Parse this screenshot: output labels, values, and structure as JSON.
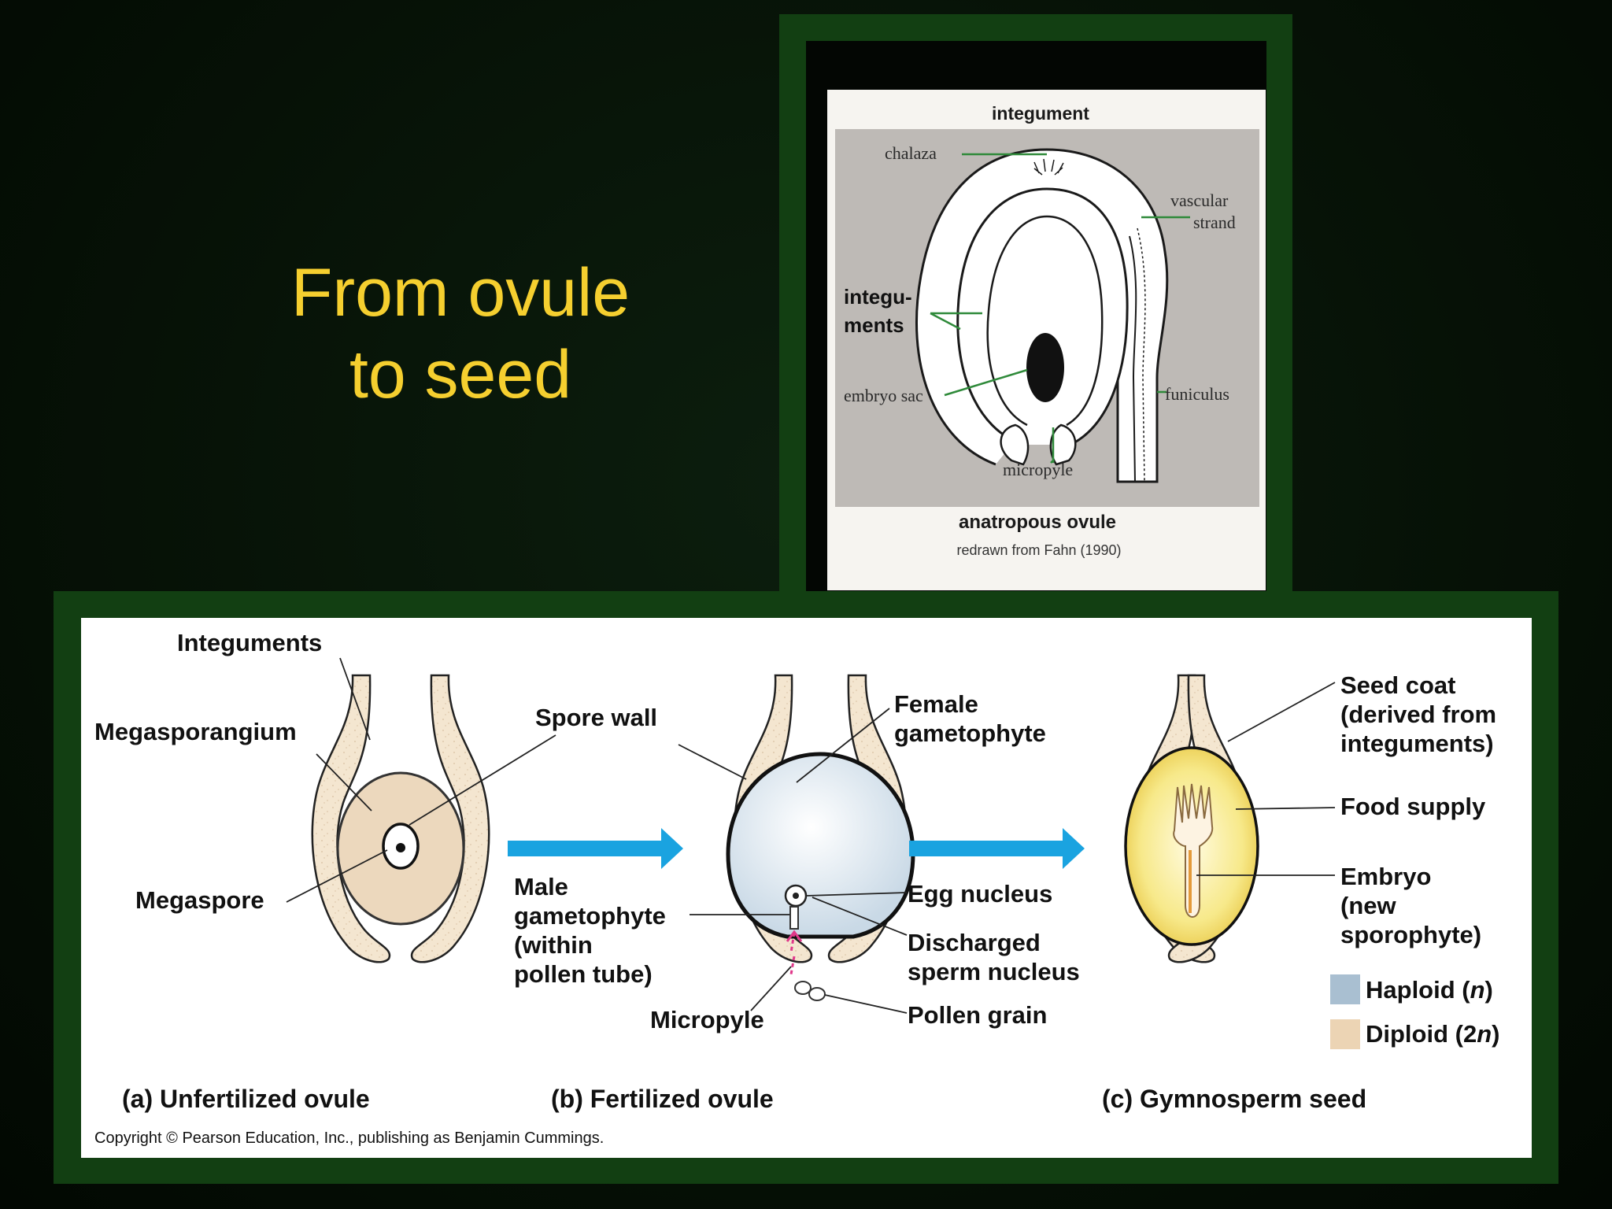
{
  "slide": {
    "title_line1": "From ovule",
    "title_line2": "to seed",
    "colors": {
      "title": "#f5cf2f",
      "frame": "#123f12",
      "background": "#061106"
    }
  },
  "top_figure": {
    "heading": "integument",
    "labels": {
      "chalaza": "chalaza",
      "vascular_strand_1": "vascular",
      "vascular_strand_2": "strand",
      "integuments_1": "integu-",
      "integuments_2": "ments",
      "embryo_sac": "embryo sac",
      "funiculus": "funiculus",
      "micropyle": "micropyle"
    },
    "caption": "anatropous ovule",
    "credit": "redrawn from Fahn (1990)"
  },
  "bottom_figure": {
    "labels": {
      "integuments": "Integuments",
      "megasporangium": "Megasporangium",
      "megaspore": "Megaspore",
      "spore_wall": "Spore wall",
      "male_1": "Male",
      "male_2": "gametophyte",
      "male_3": "(within",
      "male_4": "pollen tube)",
      "micropyle": "Micropyle",
      "female_1": "Female",
      "female_2": "gametophyte",
      "egg_nucleus": "Egg nucleus",
      "discharged_1": "Discharged",
      "discharged_2": "sperm nucleus",
      "pollen_grain": "Pollen grain",
      "seed_coat_1": "Seed coat",
      "seed_coat_2": "(derived from",
      "seed_coat_3": "integuments)",
      "food_supply": "Food supply",
      "embryo_1": "Embryo",
      "embryo_2": "(new",
      "embryo_3": "sporophyte)"
    },
    "legend": {
      "haploid_prefix": "Haploid (",
      "haploid_n": "n",
      "haploid_suffix": ")",
      "diploid_prefix": "Diploid (2",
      "diploid_n": "n",
      "diploid_suffix": ")",
      "haploid_color": "#a9bfd1",
      "diploid_color": "#ecd4b4"
    },
    "captions": {
      "a": "(a) Unfertilized ovule",
      "b": "(b) Fertilized ovule",
      "c": "(c) Gymnosperm seed"
    },
    "copyright": "Copyright © Pearson Education, Inc., publishing as Benjamin Cummings."
  }
}
